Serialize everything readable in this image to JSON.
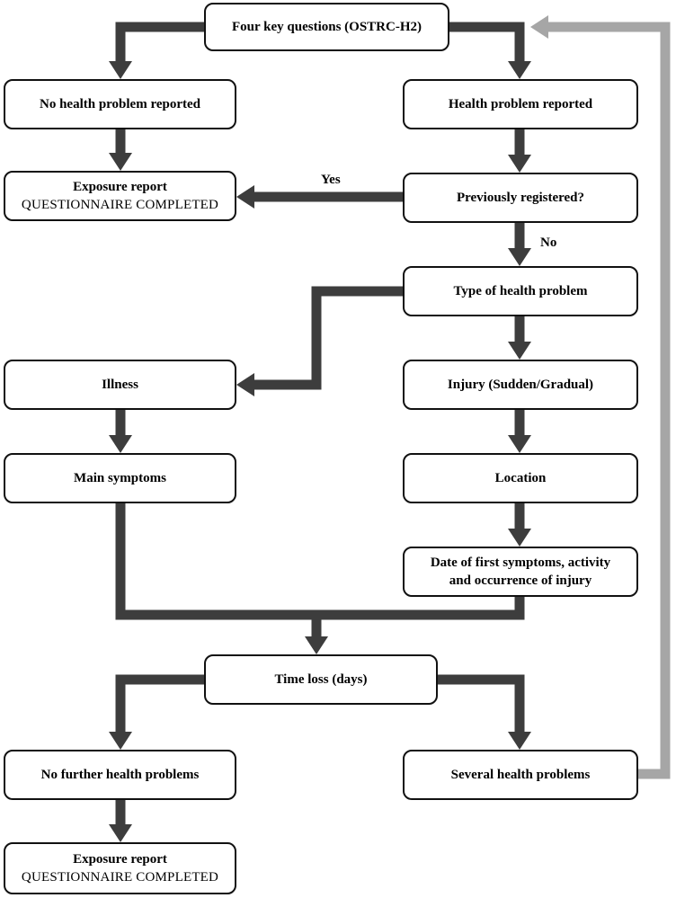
{
  "colors": {
    "arrow": "#3d3d3d",
    "loop_arrow": "#a6a6a6",
    "box_border": "#111111",
    "background": "#ffffff"
  },
  "nodes": {
    "four_key_questions": "Four key questions (OSTRC-H2)",
    "no_health_problem": "No health problem reported",
    "health_problem": "Health problem reported",
    "exposure_report_1": {
      "title": "Exposure report",
      "subtitle": "QUESTIONNAIRE COMPLETED"
    },
    "previously_registered": "Previously registered?",
    "type_of_health_problem": "Type of health problem",
    "illness": "Illness",
    "injury": "Injury (Sudden/Gradual)",
    "main_symptoms": "Main symptoms",
    "location": "Location",
    "date_of_first_symptoms": "Date of first symptoms, activity and occurrence of injury",
    "time_loss": "Time loss (days)",
    "no_further_problems": "No further health problems",
    "several_problems": "Several health problems",
    "exposure_report_2": {
      "title": "Exposure report",
      "subtitle": "QUESTIONNAIRE COMPLETED"
    }
  },
  "edge_labels": {
    "yes": "Yes",
    "no": "No"
  }
}
